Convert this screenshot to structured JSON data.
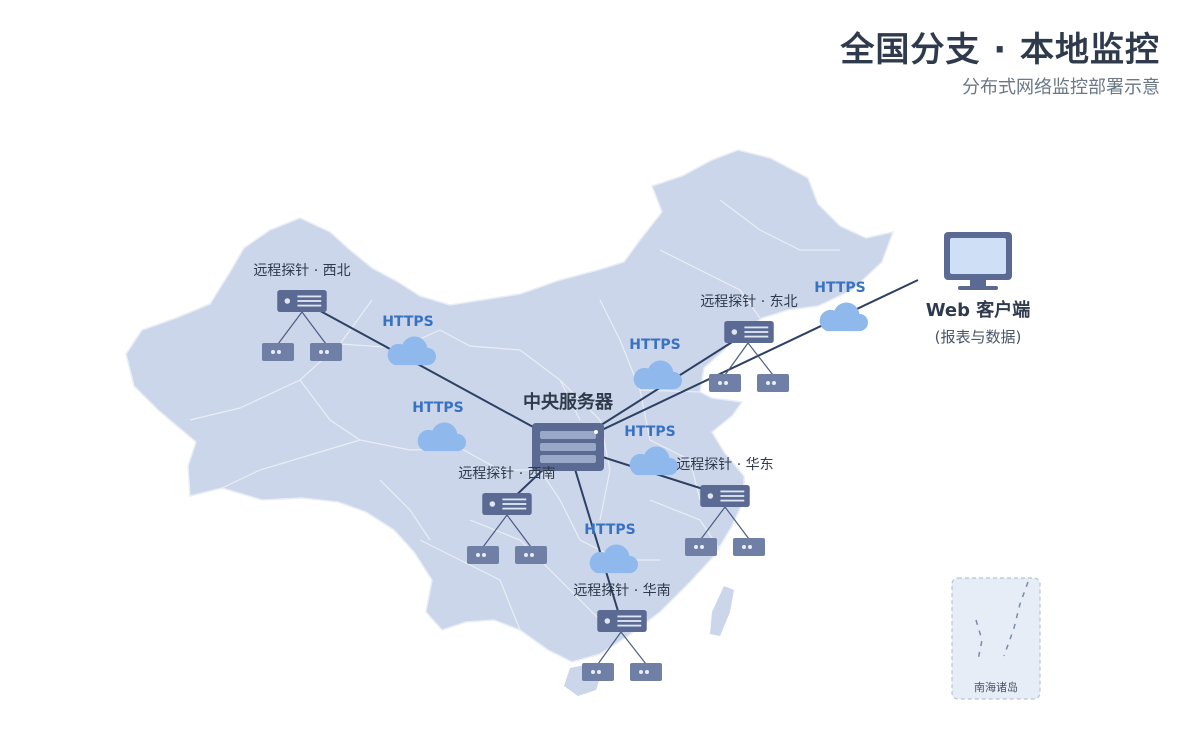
{
  "header": {
    "title": "全国分支 · 本地监控",
    "subtitle": "分布式网络监控部署示意"
  },
  "central": {
    "label": "中央服务器"
  },
  "client": {
    "label": "Web 客户端",
    "sublabel": "(报表与数据)"
  },
  "probes": [
    {
      "id": "northwest",
      "label": "远程探针 · 西北"
    },
    {
      "id": "northeast",
      "label": "远程探针 · 东北"
    },
    {
      "id": "southwest",
      "label": "远程探针 · 西南"
    },
    {
      "id": "east",
      "label": "远程探针 · 华东"
    },
    {
      "id": "south",
      "label": "远程探针 · 华南"
    }
  ],
  "link_protocol": "HTTPS",
  "inset": {
    "label": "南海诸岛"
  },
  "colors": {
    "map_fill": "#cbd6ea",
    "map_border": "#eef2f8",
    "server": "#5a6a93",
    "device": "#6f7fa6",
    "cloud": "#8fb8ec",
    "https_text": "#3a72c2",
    "link": "#2d3f63"
  }
}
